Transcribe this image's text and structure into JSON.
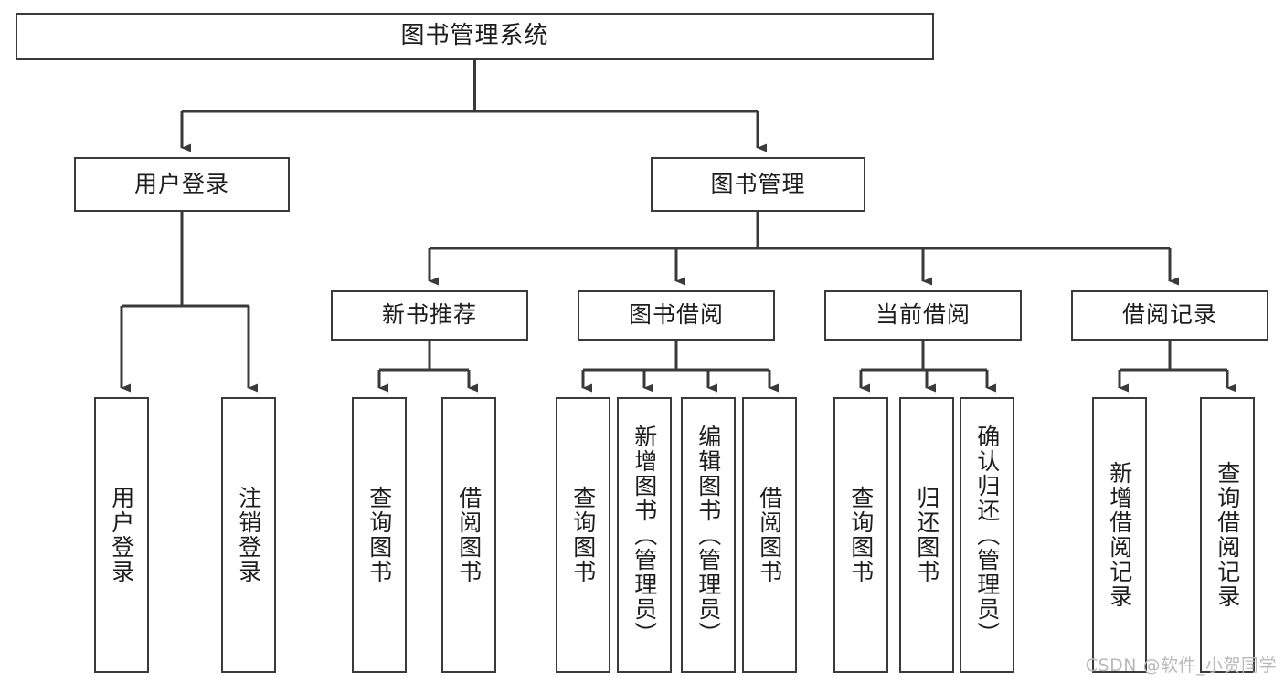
{
  "diagram": {
    "title": "图书管理系统",
    "watermark": "CSDN @软件_小贺同学",
    "stroke_color": "#3a3a3a",
    "background_color": "#ffffff",
    "text_color": "#1d1d1d",
    "watermark_color": "#b9b9b9",
    "levels": {
      "root": {
        "label": "图书管理系统"
      },
      "level2": [
        {
          "label": "用户登录"
        },
        {
          "label": "图书管理"
        }
      ],
      "level3": [
        {
          "label": "新书推荐"
        },
        {
          "label": "图书借阅"
        },
        {
          "label": "当前借阅"
        },
        {
          "label": "借阅记录"
        }
      ],
      "leaves": {
        "user_login": [
          {
            "label": "用户登录"
          },
          {
            "label": "注销登录"
          }
        ],
        "new_book_recommend": [
          {
            "label": "查询图书"
          },
          {
            "label": "借阅图书"
          }
        ],
        "book_borrow": [
          {
            "label": "查询图书"
          },
          {
            "label": "新增图书（管理员）"
          },
          {
            "label": "编辑图书（管理员）"
          },
          {
            "label": "借阅图书"
          }
        ],
        "current_borrow": [
          {
            "label": "查询图书"
          },
          {
            "label": "归还图书"
          },
          {
            "label": "确认归还（管理员）"
          }
        ],
        "borrow_record": [
          {
            "label": "新增借阅记录"
          },
          {
            "label": "查询借阅记录"
          }
        ]
      }
    }
  }
}
